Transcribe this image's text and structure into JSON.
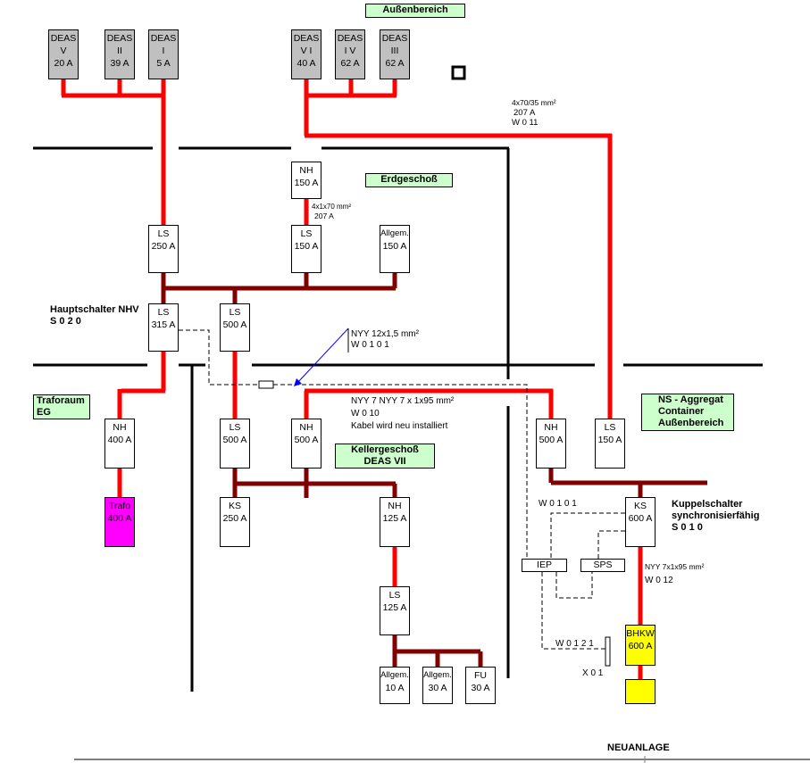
{
  "areas": {
    "aussen": "Außenbereich",
    "erdgeschoss": "Erdgeschoß",
    "traforaum": [
      "Traforaum",
      "EG"
    ],
    "ns_aggregat": [
      "NS - Aggregat",
      "Container",
      "Außenbereich"
    ],
    "kellergeschoss": [
      "Kellergeschoß",
      "DEAS VII"
    ]
  },
  "boxes": {
    "deas_v": [
      "DEAS",
      "V",
      "20 A"
    ],
    "deas_ii": [
      "DEAS",
      "II",
      "39 A"
    ],
    "deas_i": [
      "DEAS",
      "I",
      "5 A"
    ],
    "deas_vi": [
      "DEAS",
      "V I",
      "40 A"
    ],
    "deas_iv": [
      "DEAS",
      "I V",
      "62 A"
    ],
    "deas_iii": [
      "DEAS",
      "III",
      "62 A"
    ],
    "nh_150": [
      "NH",
      "150 A"
    ],
    "ls_250": [
      "LS",
      "250 A"
    ],
    "ls_150_eg": [
      "LS",
      "150 A"
    ],
    "allgem_150": [
      "Allgem.",
      "150 A"
    ],
    "ls_315": [
      "LS",
      "315 A"
    ],
    "ls_500_eg": [
      "LS",
      "500 A"
    ],
    "nh_400": [
      "NH",
      "400 A"
    ],
    "trafo": [
      "Trafo",
      "400 A"
    ],
    "ls_500_kg": [
      "LS",
      "500 A"
    ],
    "nh_500_kg": [
      "NH",
      "500 A"
    ],
    "ks_250": [
      "KS",
      "250 A"
    ],
    "nh_125": [
      "NH",
      "125 A"
    ],
    "ls_125": [
      "LS",
      "125 A"
    ],
    "allgem_10": [
      "Allgem.",
      "10 A"
    ],
    "allgem_30": [
      "Allgem.",
      "30 A"
    ],
    "fu_30": [
      "FU",
      "30 A"
    ],
    "nh_500_ns": [
      "NH",
      "500 A"
    ],
    "ls_150_ns": [
      "LS",
      "150 A"
    ],
    "ks_600": [
      "KS",
      "600 A"
    ],
    "iep": "IEP",
    "sps": "SPS",
    "bhkw": [
      "BHKW",
      "600 A"
    ]
  },
  "labels": {
    "cable_w011": [
      "4x70/35 mm²",
      "207 A",
      "W 0 11"
    ],
    "cable_eg": [
      "4x1x70 mm²",
      "207 A"
    ],
    "hauptschalter": [
      "Hauptschalter NHV",
      "S 0 2 0"
    ],
    "nyy_12": [
      "NYY 12x1,5 mm²",
      "W 0 1 0 1"
    ],
    "nyy_7": [
      "NYY 7 NYY 7 x 1x95 mm²",
      "W 0 10",
      "Kabel wird neu installiert"
    ],
    "kuppelschalter": [
      "Kuppelschalter",
      "synchronisierfähig",
      "S 0 1 0"
    ],
    "w0101_right": "W 0 1 0 1",
    "nyy_bhkw": [
      "NYY 7x1x95 mm²",
      "W 0 12"
    ],
    "w0121": "W 0 1 2 1",
    "x01": "X 0 1",
    "neuanlage": "NEUANLAGE"
  },
  "colors": {
    "cable_red": "#ff0000",
    "busbar": "#800000",
    "area_fill": "#ccffcc",
    "deas_fill": "#c0c0c0",
    "trafo_fill": "#ff00ff",
    "bhkw_fill": "#ffff00",
    "pointer_arrow": "#0000ff"
  }
}
